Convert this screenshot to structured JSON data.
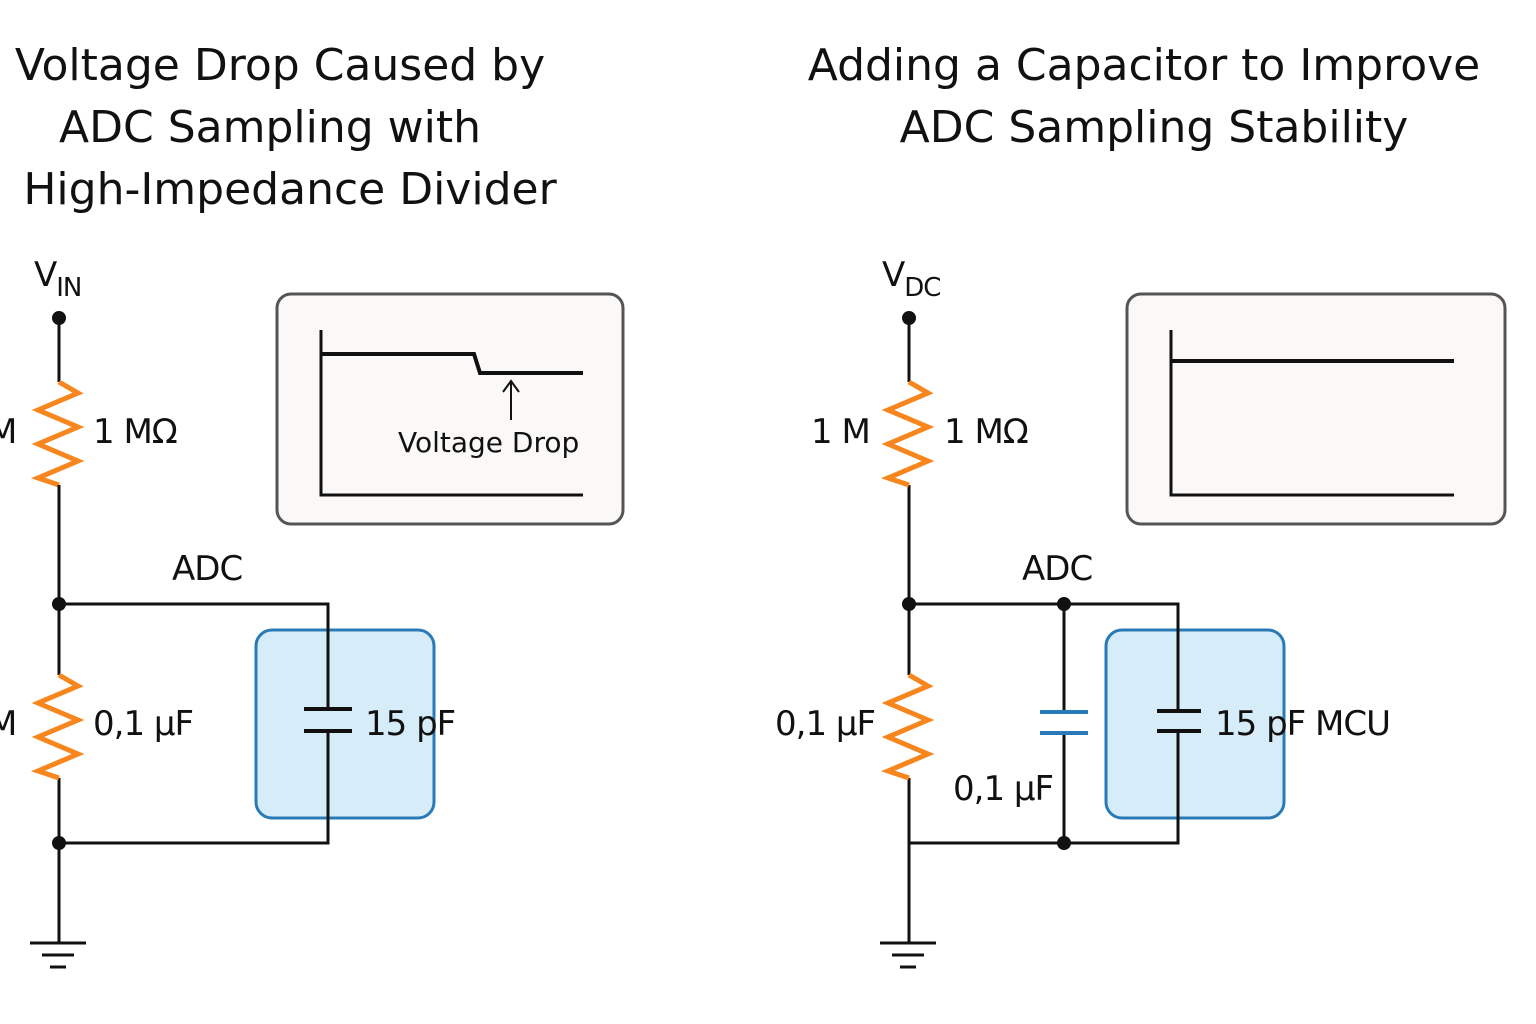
{
  "left": {
    "title": [
      "Voltage Drop Caused by",
      "ADC Sampling with",
      "High-Impedance Divider"
    ],
    "source_label": "V",
    "source_sub": "IN",
    "cut_label": "M",
    "cut_label_2": "M",
    "r1_label": "1 MΩ",
    "r2_label": "0,1 µF",
    "adc_label": "ADC",
    "cap_label": "15 pF",
    "scope_annotation": "Voltage Drop"
  },
  "right": {
    "title": [
      "Adding a Capacitor to Improve",
      "ADC Sampling Stability"
    ],
    "source_label": "V",
    "source_sub": "DC",
    "r1_left_label": "1 M",
    "r1_label": "1 MΩ",
    "r2_label": "0,1 µF",
    "adc_label": "ADC",
    "cap_label": "0,1 µF",
    "mcu_cap_label": "15 pF MCU"
  },
  "colors": {
    "resistor": "#f7861f",
    "mcu_box_fill": "#d6edf9",
    "mcu_box_stroke": "#2a7ab8",
    "added_capacitor": "#2a7ab8"
  }
}
